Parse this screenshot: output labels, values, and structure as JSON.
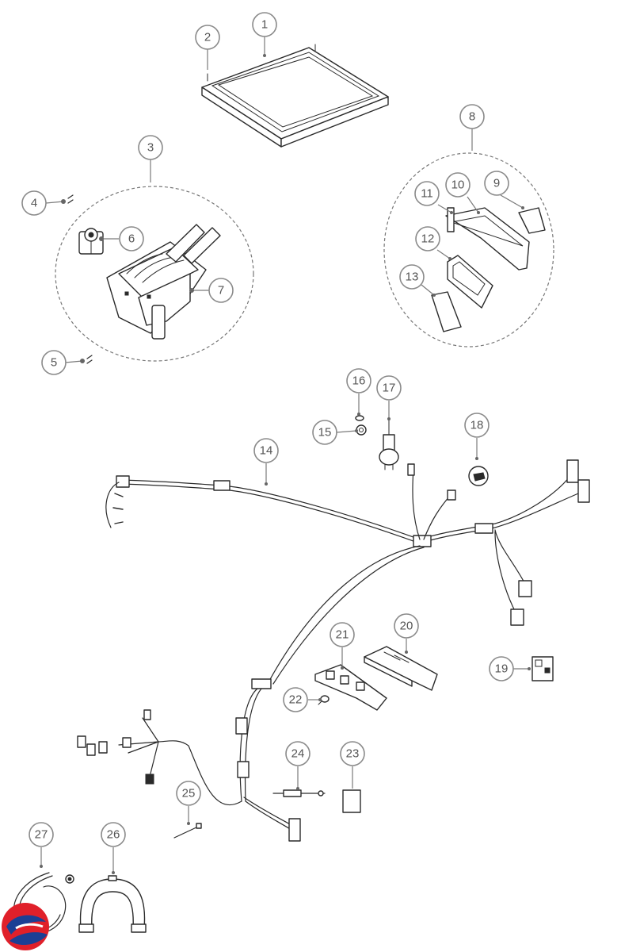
{
  "diagram": {
    "title": "Exploded parts diagram",
    "callouts": [
      {
        "id": "c1",
        "label": "1"
      },
      {
        "id": "c2",
        "label": "2"
      },
      {
        "id": "c3",
        "label": "3"
      },
      {
        "id": "c4",
        "label": "4"
      },
      {
        "id": "c5",
        "label": "5"
      },
      {
        "id": "c6",
        "label": "6"
      },
      {
        "id": "c7",
        "label": "7"
      },
      {
        "id": "c8",
        "label": "8"
      },
      {
        "id": "c9",
        "label": "9"
      },
      {
        "id": "c10",
        "label": "10"
      },
      {
        "id": "c11",
        "label": "11"
      },
      {
        "id": "c12",
        "label": "12"
      },
      {
        "id": "c13",
        "label": "13"
      },
      {
        "id": "c14",
        "label": "14"
      },
      {
        "id": "c15",
        "label": "15"
      },
      {
        "id": "c16",
        "label": "16"
      },
      {
        "id": "c17",
        "label": "17"
      },
      {
        "id": "c18",
        "label": "18"
      },
      {
        "id": "c19",
        "label": "19"
      },
      {
        "id": "c20",
        "label": "20"
      },
      {
        "id": "c21",
        "label": "21"
      },
      {
        "id": "c22",
        "label": "22"
      },
      {
        "id": "c23",
        "label": "23"
      },
      {
        "id": "c24",
        "label": "24"
      },
      {
        "id": "c25",
        "label": "25"
      },
      {
        "id": "c26",
        "label": "26"
      },
      {
        "id": "c27",
        "label": "27"
      }
    ],
    "colors": {
      "logo_red": "#e0202a",
      "logo_blue": "#1c3f94",
      "line": "#2a2a2a",
      "callout_stroke": "#8a8a8a"
    }
  }
}
